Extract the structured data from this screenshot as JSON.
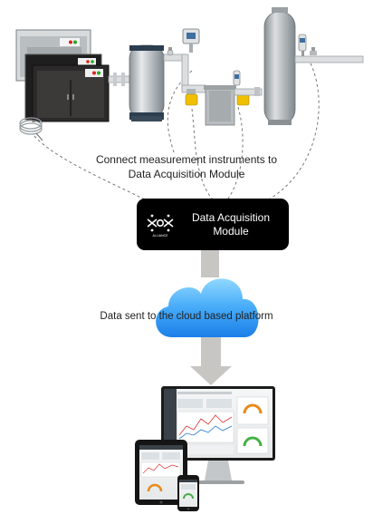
{
  "captions": {
    "connect_line1": "Connect measurement instruments  to",
    "connect_line2": "Data Acquisition Module",
    "cloud": "Data sent to the cloud based platform"
  },
  "daq_module": {
    "line1": "Data Acquisition",
    "line2": "Module",
    "logo_text": "ALLIANCE"
  },
  "colors": {
    "arrow": "#c8c6c3",
    "cloud_light": "#7fd0ff",
    "cloud_dark": "#1a86ee",
    "module_bg": "#000000",
    "pipe": "#d9dadb",
    "sensor_yellow": "#f0c000"
  },
  "icons": [
    "compressor-icon",
    "air-receiver-tank-icon",
    "pressure-transmitter-icon",
    "flow-meter-icon",
    "dryer-icon",
    "tall-tank-icon",
    "cloud-icon",
    "monitor-icon",
    "tablet-icon",
    "phone-icon",
    "arrow-down-icon"
  ]
}
